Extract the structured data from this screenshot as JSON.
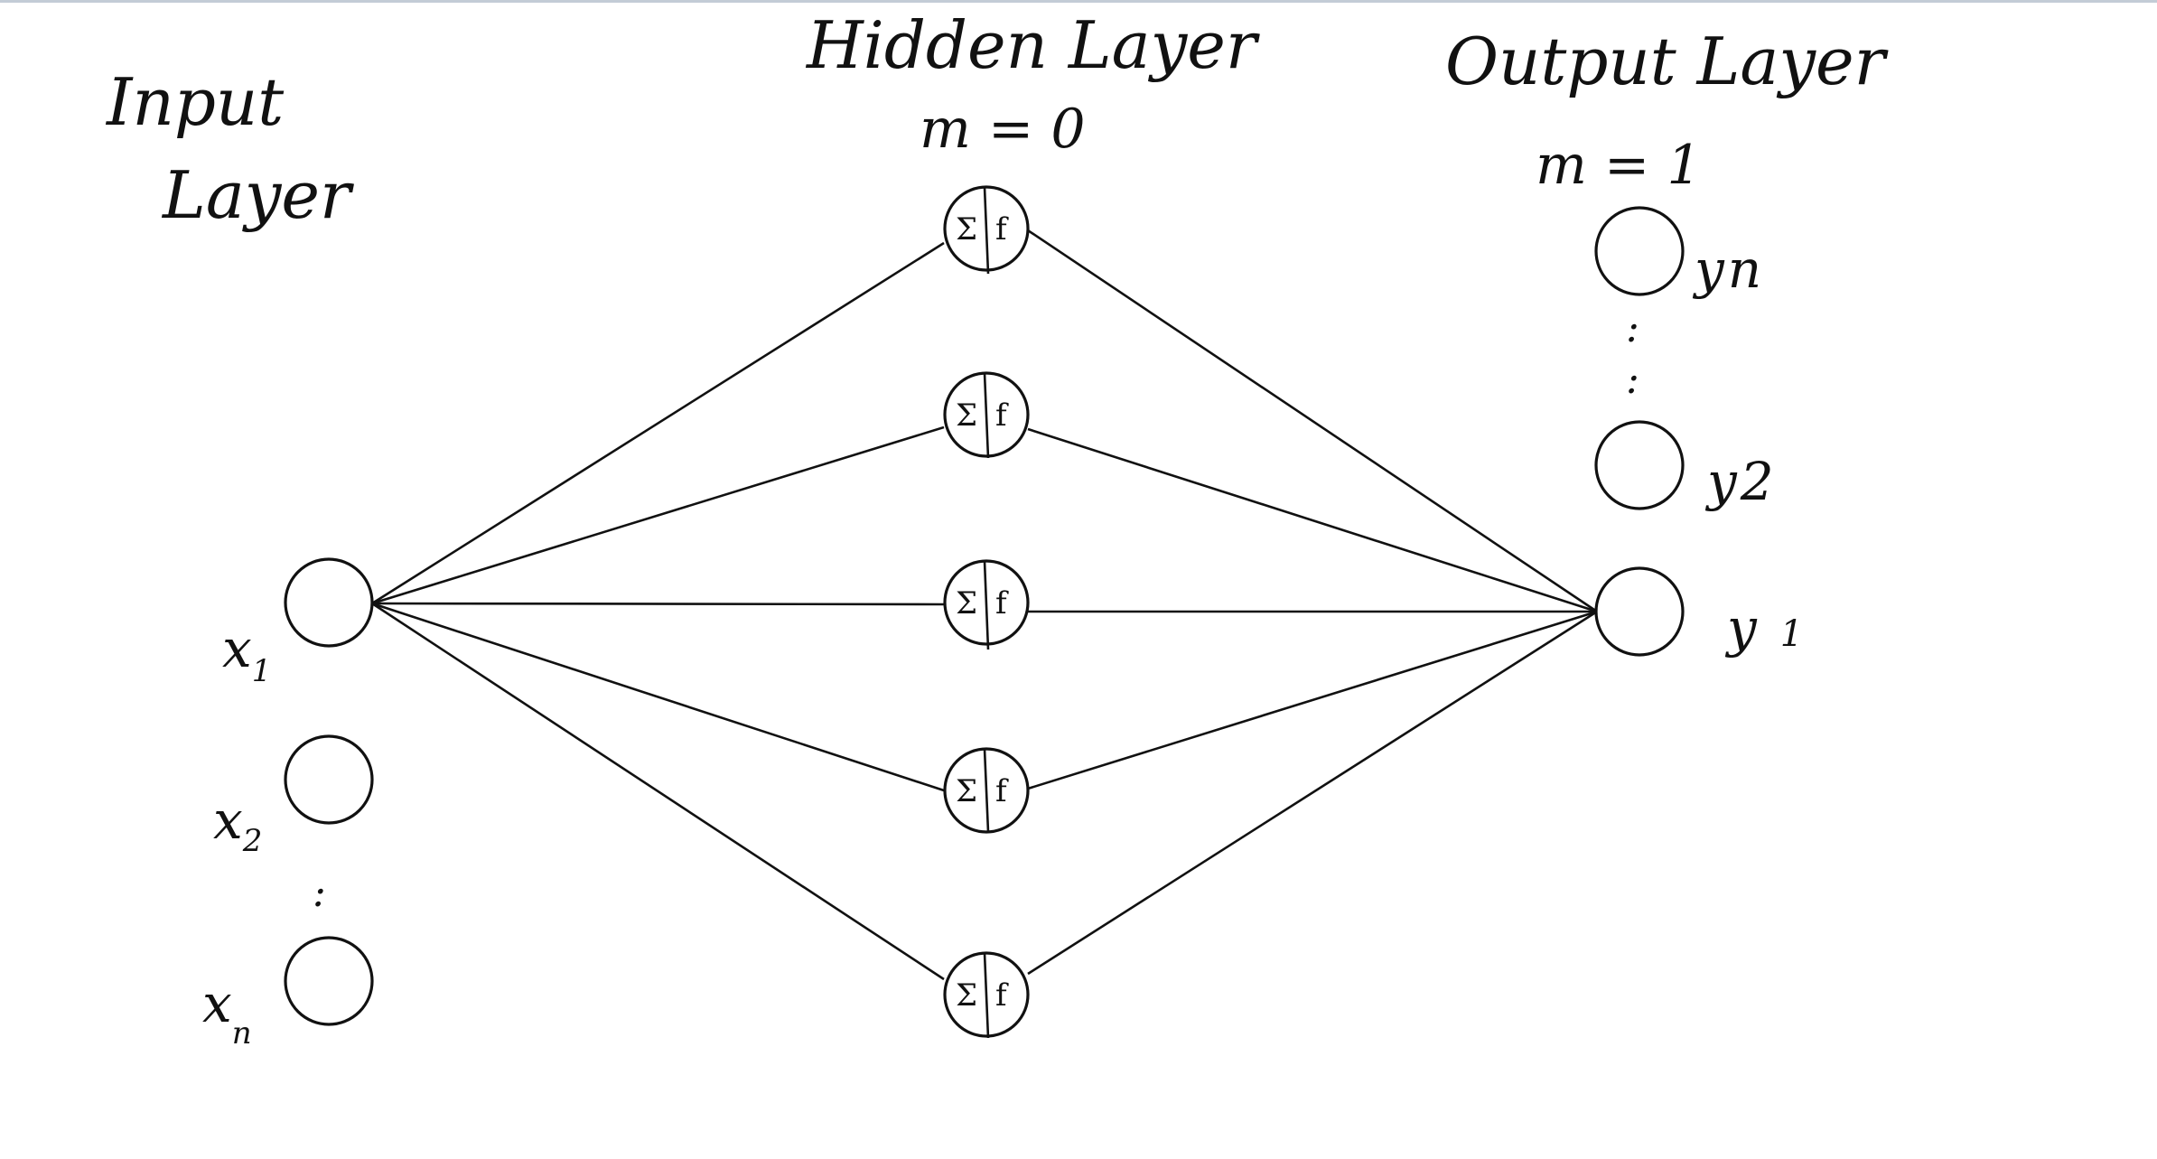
{
  "layers": {
    "input": {
      "title_line1": "Input",
      "title_line2": "Layer",
      "nodes": [
        "x1",
        "x2",
        "xn"
      ],
      "labels": [
        "x",
        "x",
        "x"
      ],
      "subscripts": [
        "1",
        "2",
        "n"
      ],
      "ellipsis": ":"
    },
    "hidden": {
      "title": "Hidden Layer",
      "subtitle": "m = 0",
      "neuron_sum_symbol": "Σ",
      "neuron_activation_symbol": "f",
      "neuron_count": 5
    },
    "output": {
      "title": "Output Layer",
      "subtitle": "m = 1",
      "labels": [
        "y",
        "y",
        "y"
      ],
      "subscripts": [
        "n",
        "2",
        "1"
      ],
      "ellipsis": ":"
    }
  },
  "connections": "x1 connected to every hidden neuron; every hidden neuron connected to y1"
}
